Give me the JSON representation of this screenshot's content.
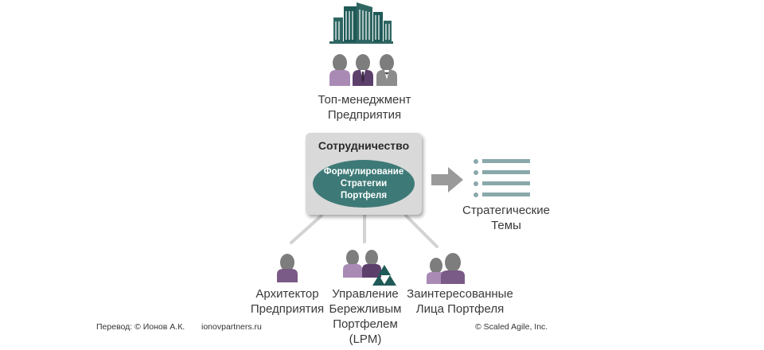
{
  "top_group": {
    "label_lines": [
      "Топ-менеджмент",
      "Предприятия"
    ]
  },
  "collaboration": {
    "title": "Сотрудничество",
    "core_lines": [
      "Формулирование",
      "Стратегии",
      "Портфеля"
    ]
  },
  "themes": {
    "label_lines": [
      "Стратегические",
      "Темы"
    ]
  },
  "architect": {
    "label_lines": [
      "Архитектор",
      "Предприятия"
    ]
  },
  "lpm": {
    "label_lines": [
      "Управление",
      "Бережливым",
      "Портфелем",
      "(LPM)"
    ]
  },
  "stakeholders": {
    "label_lines": [
      "Заинтересованные",
      "Лица Портфеля"
    ]
  },
  "footer": {
    "translation": "Перевод: © Ионов А.К.",
    "site": "ionovpartners.ru",
    "copyright": "© Scaled Agile,  Inc."
  },
  "colors": {
    "teal": "#3d7a77",
    "dark_teal": "#1f5a57",
    "purple": "#7a5a86",
    "light_purple": "#a98ab5",
    "gray_person": "#7d7d7d",
    "connector": "#d0d0d0",
    "list_lines": "#8aa8aa"
  },
  "icons": [
    "building-icon",
    "people-group-icon",
    "arrow-right-icon",
    "list-icon",
    "person-icon",
    "triangles-icon"
  ]
}
